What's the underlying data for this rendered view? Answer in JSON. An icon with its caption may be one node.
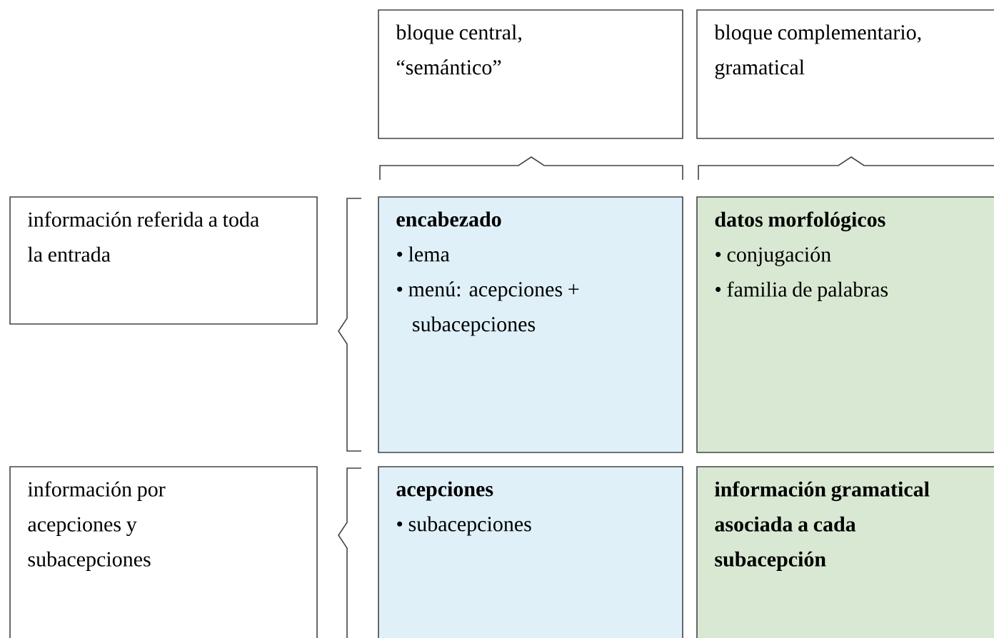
{
  "diagram": {
    "nodes": [
      {
        "text": [
          "bloque central, “semántico”"
        ]
      },
      {
        "text": [
          "bloque complementario, gramatical"
        ]
      },
      {
        "text": [
          "información referida a toda la entrada"
        ]
      },
      {
        "text": [
          "información por acepciones y subacepciones"
        ]
      },
      {
        "text": [
          "encabezado",
          "• lema",
          "• menú: acepciones + subacepciones"
        ]
      },
      {
        "text": [
          "datos morfológicos",
          "• conjugación",
          "• familia de palabras"
        ]
      },
      {
        "text": [
          "acepciones",
          "• subacepciones"
        ]
      },
      {
        "text": [
          "información gramatical asociada a cada subacepción"
        ]
      }
    ]
  }
}
